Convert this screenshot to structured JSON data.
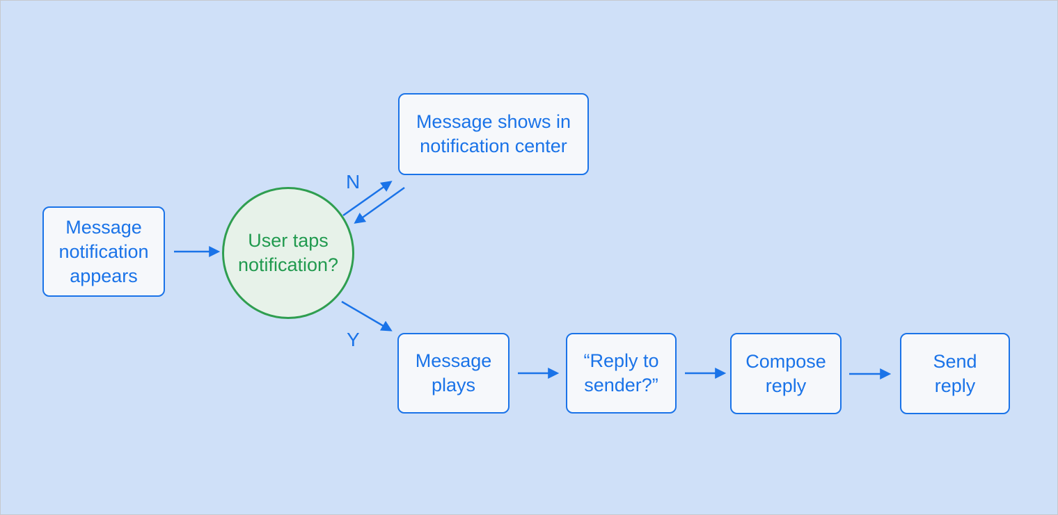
{
  "diagram": {
    "type": "flowchart",
    "palette": {
      "background": "#cfe0f8",
      "node_fill": "#f6f8fb",
      "node_border": "#1a73e8",
      "node_text": "#1a73e8",
      "arrow": "#1a73e8",
      "decision_fill": "#e7f2e9",
      "decision_border": "#2f9e50",
      "decision_text": "#219a4f"
    },
    "nodes": {
      "start": {
        "label": "Message\nnotification\nappears"
      },
      "decision": {
        "label": "User taps\nnotification?"
      },
      "notification_center": {
        "label": "Message shows in\nnotification center"
      },
      "message_plays": {
        "label": "Message\nplays"
      },
      "reply_prompt": {
        "label": "“Reply to\nsender?”"
      },
      "compose_reply": {
        "label": "Compose\nreply"
      },
      "send_reply": {
        "label": "Send\nreply"
      }
    },
    "edge_labels": {
      "no": "N",
      "yes": "Y"
    },
    "edges": [
      {
        "from": "start",
        "to": "decision"
      },
      {
        "from": "decision",
        "to": "notification_center",
        "label": "N"
      },
      {
        "from": "notification_center",
        "to": "decision"
      },
      {
        "from": "decision",
        "to": "message_plays",
        "label": "Y"
      },
      {
        "from": "message_plays",
        "to": "reply_prompt"
      },
      {
        "from": "reply_prompt",
        "to": "compose_reply"
      },
      {
        "from": "compose_reply",
        "to": "send_reply"
      }
    ]
  }
}
